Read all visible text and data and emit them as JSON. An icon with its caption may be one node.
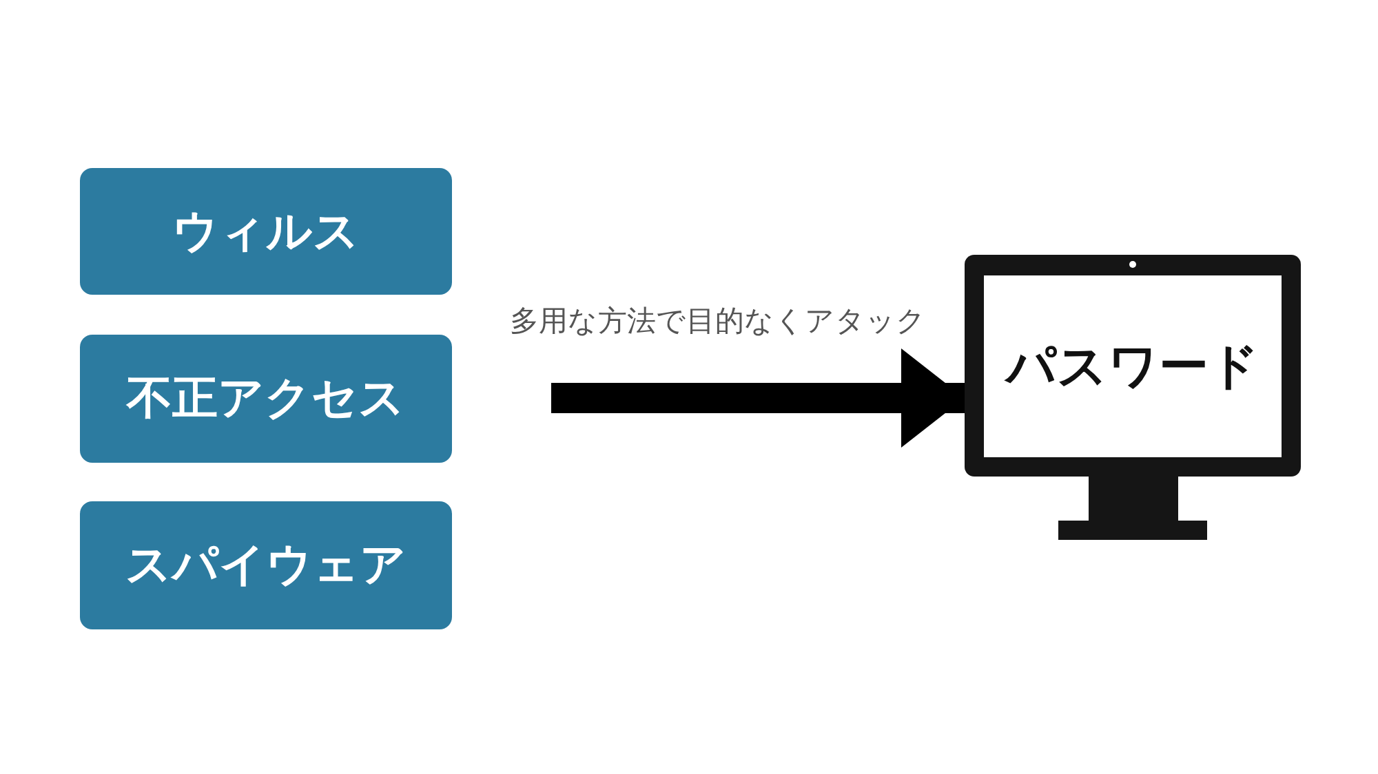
{
  "diagram": {
    "nodes": [
      {
        "text": [
          "ウィルス"
        ]
      },
      {
        "text": [
          "不正アクセス"
        ]
      },
      {
        "text": [
          "スパイウェア"
        ]
      },
      {
        "text": [
          "パスワード"
        ]
      }
    ],
    "edges": [
      {
        "from": null,
        "to": 3,
        "arrow": "to",
        "label": "多用な方法で目的なくアタック"
      }
    ]
  }
}
